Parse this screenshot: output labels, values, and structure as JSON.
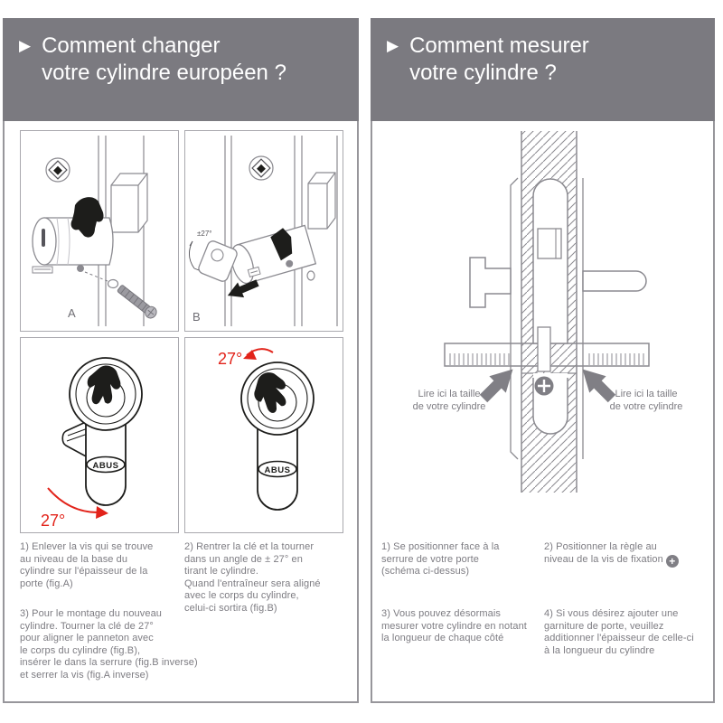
{
  "icons": {
    "arrow": "▶",
    "plus": "+"
  },
  "colors": {
    "header_gray": "#7b7a80",
    "text_gray": "#7d7c82",
    "line_gray": "#8b8a90",
    "dark": "#1d1d1b",
    "accent_red": "#e2231a"
  },
  "left_panel": {
    "title_line1": "Comment changer",
    "title_line2": "votre cylindre européen ?",
    "abus_label": "ABUS",
    "figures": {
      "a": {
        "label": "A"
      },
      "b": {
        "label": "B",
        "angle": "±27°"
      },
      "c": {
        "angle": "27°"
      },
      "d": {
        "angle": "27°"
      }
    },
    "steps": [
      "1)  Enlever la vis qui se trouve\nau niveau de la base du\ncylindre sur l'épaisseur de la\nporte (fig.A)",
      "2)  Rentrer la clé et la tourner\ndans un angle de ± 27° en\ntirant le cylindre.\nQuand l'entraîneur sera aligné\navec le corps du cylindre,\ncelui-ci sortira (fig.B)",
      "3) Pour le montage du nouveau\ncylindre. Tourner la clé de 27°\npour aligner le panneton avec\nle corps du cylindre (fig.B),\ninsérer le dans la serrure (fig.B inverse)\net serrer la vis (fig.A inverse)"
    ]
  },
  "right_panel": {
    "title_line1": "Comment mesurer",
    "title_line2": "votre cylindre ?",
    "measure_label_left": "Lire ici la taille\nde votre cylindre",
    "measure_label_right": "Lire ici la taille\nde votre cylindre",
    "steps": [
      "1)  Se positionner face à la\nserrure de votre porte\n(schéma ci-dessus)",
      "2)  Positionner la règle au\nniveau de la vis de fixation",
      "3)  Vous pouvez désormais\nmesurer votre cylindre en notant\nla longueur de chaque côté",
      "4) Si vous désirez ajouter une\ngarniture de porte, veuillez\nadditionner l'épaisseur de celle-ci\nà la longueur du cylindre"
    ]
  }
}
